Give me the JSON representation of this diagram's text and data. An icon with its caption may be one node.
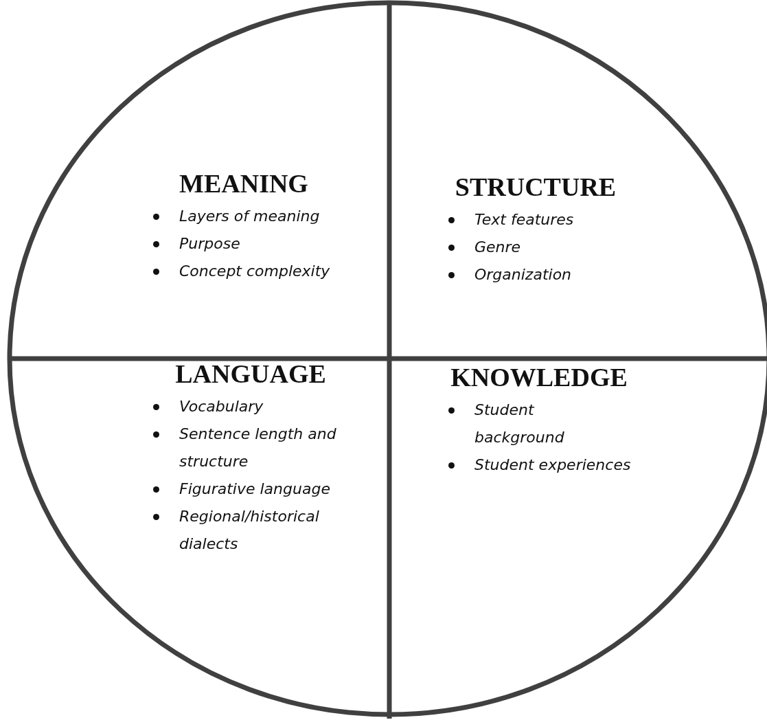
{
  "diagram": {
    "nodes": [
      {
        "text": [],
        "shape": "circle"
      },
      {
        "text": [
          "MEANING",
          "Layers of meaning",
          "Purpose",
          "Concept complexity"
        ],
        "in": 0
      },
      {
        "text": [
          "STRUCTURE",
          "Text features",
          "Genre",
          "Organization"
        ],
        "in": 0
      },
      {
        "text": [
          "LANGUAGE",
          "Vocabulary",
          "Sentence length and structure",
          "Figurative language",
          "Regional/historical dialects"
        ],
        "in": 0
      },
      {
        "text": [
          "KNOWLEDGE",
          "Student background",
          "Student experiences"
        ],
        "in": 0
      }
    ]
  }
}
